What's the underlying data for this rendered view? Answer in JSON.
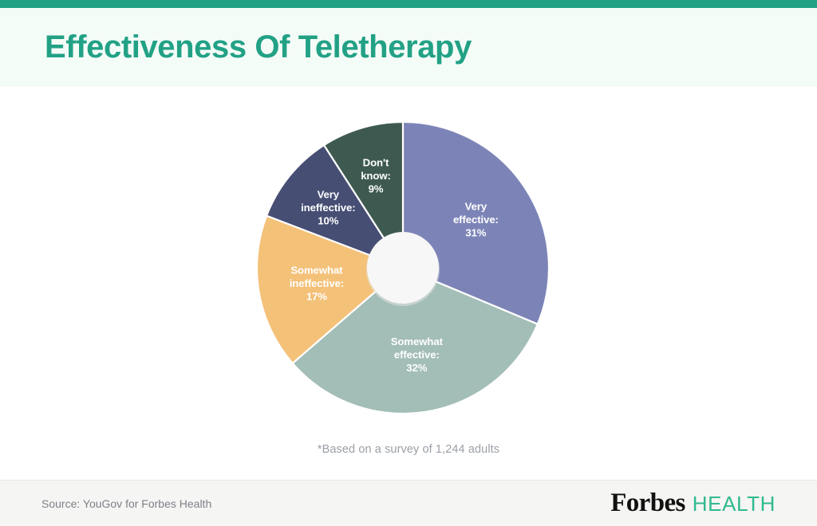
{
  "header": {
    "title": "Effectiveness Of Teletherapy",
    "accent_color": "#22a185",
    "band_background": "#f4fcf8"
  },
  "footer": {
    "source": "Source: YouGov for Forbes Health",
    "logo_primary": "Forbes",
    "logo_secondary": "HEALTH",
    "logo_primary_color": "#111111",
    "logo_secondary_color": "#2fba8f",
    "background": "#f5f5f3"
  },
  "note": "*Based on a survey of 1,244 adults",
  "chart_data": {
    "type": "pie",
    "title": "Effectiveness Of Teletherapy",
    "subtitle": "*Based on a survey of 1,244 adults",
    "donut": true,
    "donut_hole_ratio": 0.25,
    "start_angle_deg": 0,
    "direction": "clockwise",
    "legend": "none-labels-inside",
    "unit": "%",
    "total": 99,
    "categories": [
      "Very effective",
      "Somewhat effective",
      "Somewhat ineffective",
      "Very ineffective",
      "Don't know"
    ],
    "values": [
      31,
      32,
      17,
      10,
      9
    ],
    "colors": [
      "#7c84b7",
      "#a3bdb7",
      "#f4c179",
      "#474e74",
      "#3e5a50"
    ],
    "slices": [
      {
        "label": "Very effective",
        "value": 31,
        "value_text": "31%",
        "color": "#7c84b7",
        "label_line1": "Very",
        "label_line2": "effective:",
        "label_line3": "31%"
      },
      {
        "label": "Somewhat effective",
        "value": 32,
        "value_text": "32%",
        "color": "#a3bdb7",
        "label_line1": "Somewhat",
        "label_line2": "effective:",
        "label_line3": "32%"
      },
      {
        "label": "Somewhat ineffective",
        "value": 17,
        "value_text": "17%",
        "color": "#f4c179",
        "label_line1": "Somewhat",
        "label_line2": "ineffective:",
        "label_line3": "17%"
      },
      {
        "label": "Very ineffective",
        "value": 10,
        "value_text": "10%",
        "color": "#474e74",
        "label_line1": "Very",
        "label_line2": "ineffective:",
        "label_line3": "10%"
      },
      {
        "label": "Don't know",
        "value": 9,
        "value_text": "9%",
        "color": "#3e5a50",
        "label_line1": "Don't",
        "label_line2": "know:",
        "label_line3": "9%"
      }
    ]
  }
}
